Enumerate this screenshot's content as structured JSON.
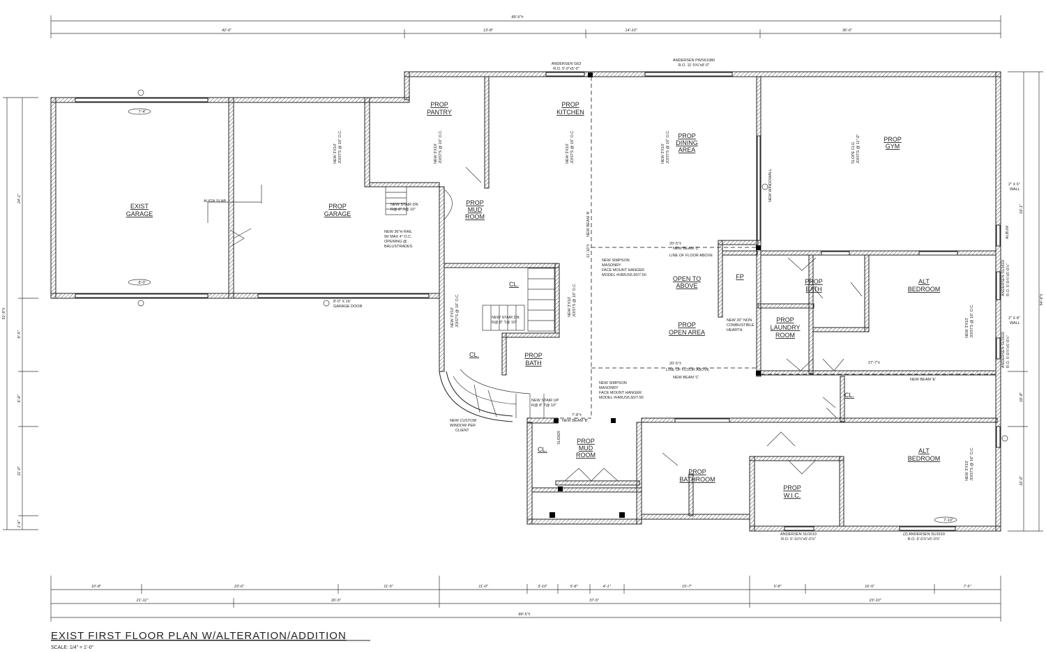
{
  "title": "EXIST FIRST FLOOR PLAN W/ALTERATION/ADDITION",
  "scale": "SCALE: 1/4\" = 1'-0\"",
  "dimensions": {
    "top_overall": "89'-5\"±",
    "top": [
      "42'-6\"",
      "13'-8\"",
      "14'-10\"",
      "36'-6\""
    ],
    "bottom_row1": [
      "10'-8\"",
      "23'-6\"",
      "11'-5\"",
      "11'-0\"",
      "3'-10\"",
      "5'-8\"",
      "4'-1\"",
      "15'-7\"",
      "5'-8\"",
      "16'-5\"",
      "7'-5\""
    ],
    "bottom_row2": [
      "21'-11\"",
      "26'-5\"",
      "37'-5\"",
      "23'-10\""
    ],
    "bottom_overall": "89'-5\"±",
    "left_overall": "51'-8\"±",
    "left": [
      "24'-1\"",
      "8'-5\"",
      "6'-8\"",
      "11'-0\"",
      "1'-6\""
    ],
    "right_overall": "54'-8\"±",
    "right": [
      "19'-1\"",
      "16'-8\"",
      "16'-6\""
    ],
    "interior": [
      "20'-5\"±",
      "20'-5\"±",
      "27'-7\"±",
      "7'-8\"±",
      "11'-10\"±"
    ]
  },
  "rooms": {
    "exist_garage": [
      "EXIST",
      "GARAGE"
    ],
    "prop_garage": [
      "PROP",
      "GARAGE"
    ],
    "pantry": [
      "PROP",
      "PANTRY"
    ],
    "kitchen": [
      "PROP",
      "KITCHEN"
    ],
    "dining": [
      "PROP",
      "DINING",
      "AREA"
    ],
    "gym": [
      "PROP",
      "GYM"
    ],
    "mud_room_upper": [
      "PROP",
      "MUD",
      "ROOM"
    ],
    "open_to_above": [
      "OPEN TO",
      "ABOVE"
    ],
    "open_area": [
      "PROP",
      "OPEN AREA"
    ],
    "fp": "FP",
    "bath": [
      "PROP",
      "BATH"
    ],
    "alt_bedroom_1": [
      "ALT",
      "BEDROOM"
    ],
    "laundry": [
      "PROP",
      "LAUNDRY",
      "ROOM"
    ],
    "bath_lower": [
      "PROP",
      "BATH"
    ],
    "mud_room_lower": [
      "PROP",
      "MUD",
      "ROOM"
    ],
    "bathroom": [
      "PROP",
      "BATHROOM"
    ],
    "wic": [
      "PROP",
      "W.I.C."
    ],
    "alt_bedroom_2": [
      "ALT",
      "BEDROOM"
    ],
    "closets": [
      "CL.",
      "CL.",
      "CL.",
      "CL."
    ]
  },
  "notes": {
    "andersen_top1": [
      "ANDERSEN G63",
      "R.O. 5'-0\"x5'-0\""
    ],
    "andersen_top2": [
      "ANDERSEN PWS61080",
      "R.O. 11'-5⅜\"x8'-0\""
    ],
    "align_slab": "ALIGN SLAB",
    "new_stair_dn_1": [
      "NEW STAIR DN",
      "R@ 8\" T@ 10\""
    ],
    "rail": [
      "NEW 36\"H RAIL",
      "W/ MAX 4\" O.C.",
      "OPENING @",
      "BALUSTRADES"
    ],
    "garage_door": [
      "8'-0\" X 16'",
      "GARAGE DOOR"
    ],
    "new_stair_dn_2": [
      "NEW STAIR DN",
      "R@ 8\" T@ 10\""
    ],
    "new_stair_up": [
      "NEW STAIR UP",
      "R@ 8\" T@ 10\""
    ],
    "simpson_1": [
      "NEW SIMPSON",
      "MASONRY",
      "FACE MOUNT HANGER",
      "MODEL #HWUS5.50/7.50"
    ],
    "simpson_2": [
      "NEW SIMPSON",
      "MASONRY",
      "FACE MOUNT HANGER",
      "MODEL #HWUS5.50/7.50"
    ],
    "new_beam_c": "NEW BEAM 'C'",
    "new_beam_c2": "NEW BEAM 'C'",
    "new_beam_e": "NEW BEAM 'E'",
    "new_beam_a": "NEW BEAM 'A'",
    "new_beam_b": "NEW BEAM 'B'",
    "floor_above_1": "LINE OF FLOOR ABOVE",
    "floor_above_2": "LINE OF FLOOR ABOVE",
    "hearth": [
      "NEW 20\" NON",
      "COMBUSTIBLE",
      "HEARTH"
    ],
    "window_wall": "NEW WINDOWALL",
    "wall_1": [
      "2\" X 6\"",
      "WALL"
    ],
    "wall_2": [
      "2\" X 8\"",
      "WALL"
    ],
    "custom_window": [
      "NEW CUSTOM",
      "WINDOW PER",
      "CLIENT"
    ],
    "andersen_bottom1": [
      "ANDERSEN SU1610",
      "R.O. 5'-10⅞\"x5'-0⅞\""
    ],
    "andersen_bottom2": [
      "(2) ANDERSEN SU1610",
      "R.O. 6'-0⅞\"x5'-0⅞\""
    ],
    "andersen_right1": [
      "ANDERSEN SU1610",
      "R.O. 5'-0⅞\"x5'-0⅞\""
    ],
    "andersen_right2": [
      "ANDERSEN SU1610",
      "R.O. 5'-0⅞\"x5'-0⅞\""
    ],
    "album": "ALBUM",
    "slider": "SLIDER",
    "ceiling": [
      "NEW 3'X10'",
      "JOISTS @ 16\" O.C."
    ],
    "ceiling_slope": [
      "SLOPE CLG",
      "JOISTS @ 11\"-0\""
    ],
    "ceiling_lower": [
      "NEW 3'X10'",
      "JOISTS @ 16\" O.C."
    ],
    "window_tags": [
      "7'-4\"",
      "8'-0\"",
      "7'-10\""
    ]
  }
}
